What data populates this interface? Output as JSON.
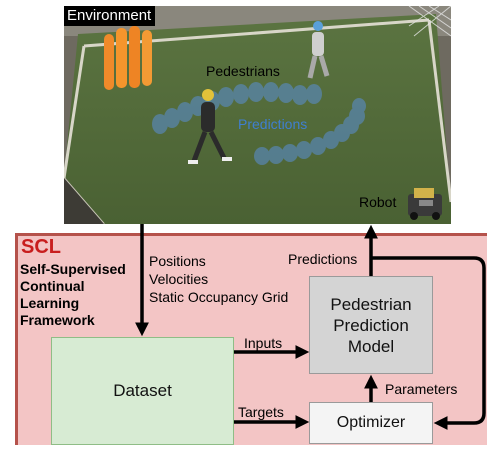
{
  "environment": {
    "title": "Environment",
    "pedestrians_label": "Pedestrians",
    "predictions_label": "Predictions",
    "robot_label": "Robot"
  },
  "scl": {
    "title": "SCL",
    "subtitle_lines": [
      "Self-Supervised",
      "Continual",
      "Learning",
      "Framework"
    ],
    "input_features": [
      "Positions",
      "Velocities",
      "Static Occupancy Grid"
    ]
  },
  "blocks": {
    "dataset": "Dataset",
    "model_lines": [
      "Pedestrian",
      "Prediction",
      "Model"
    ],
    "optimizer": "Optimizer"
  },
  "flows": {
    "inputs": "Inputs",
    "targets": "Targets",
    "parameters": "Parameters",
    "predictions": "Predictions"
  },
  "colors": {
    "scl_background": "#f3c5c5",
    "scl_border": "#b5524b",
    "scl_title": "#c81e1e",
    "dataset_fill": "#d7ebd3",
    "model_fill": "#d4d4d4",
    "optimizer_fill": "#f4f4f4",
    "prediction_ellipses": "#5a8fd6",
    "field_green": "#4f6b36"
  }
}
